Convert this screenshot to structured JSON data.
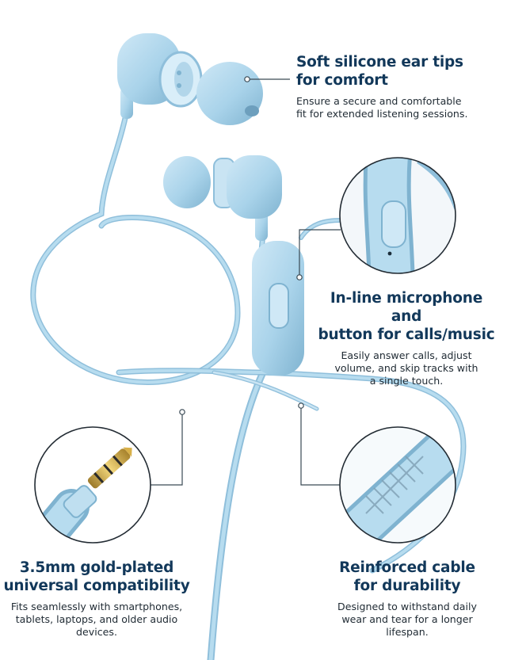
{
  "features": {
    "ear_tips": {
      "title": [
        "Soft silicone ear tips",
        "for comfort"
      ],
      "body": [
        "Ensure a secure and comfortable",
        "fit for extended listening sessions."
      ]
    },
    "microphone": {
      "title": [
        "In-line microphone and",
        "button for calls/music"
      ],
      "body": [
        "Easily answer calls, adjust",
        "volume, and skip tracks with",
        "a single touch."
      ]
    },
    "jack": {
      "title": [
        "3.5mm gold-plated",
        "universal compatibility"
      ],
      "body": [
        "Fits seamlessly with smartphones,",
        "tablets, laptops, and older audio",
        "devices."
      ]
    },
    "cable": {
      "title": [
        "Reinforced cable",
        "for durability"
      ],
      "body": [
        "Designed to withstand daily",
        "wear and tear for a longer",
        "lifespan."
      ]
    }
  },
  "colors": {
    "product_blue": "#a9d3ea",
    "product_shadow": "#7fb3d0",
    "heading": "#12385a",
    "body_text": "#1f2a33",
    "callout_line": "#3a4a55",
    "gold": "#d8b048"
  },
  "icons": {
    "ear_tips": "earbud-tip-icon",
    "microphone": "inline-remote-icon",
    "jack": "audio-jack-icon",
    "cable": "braided-cable-icon"
  }
}
